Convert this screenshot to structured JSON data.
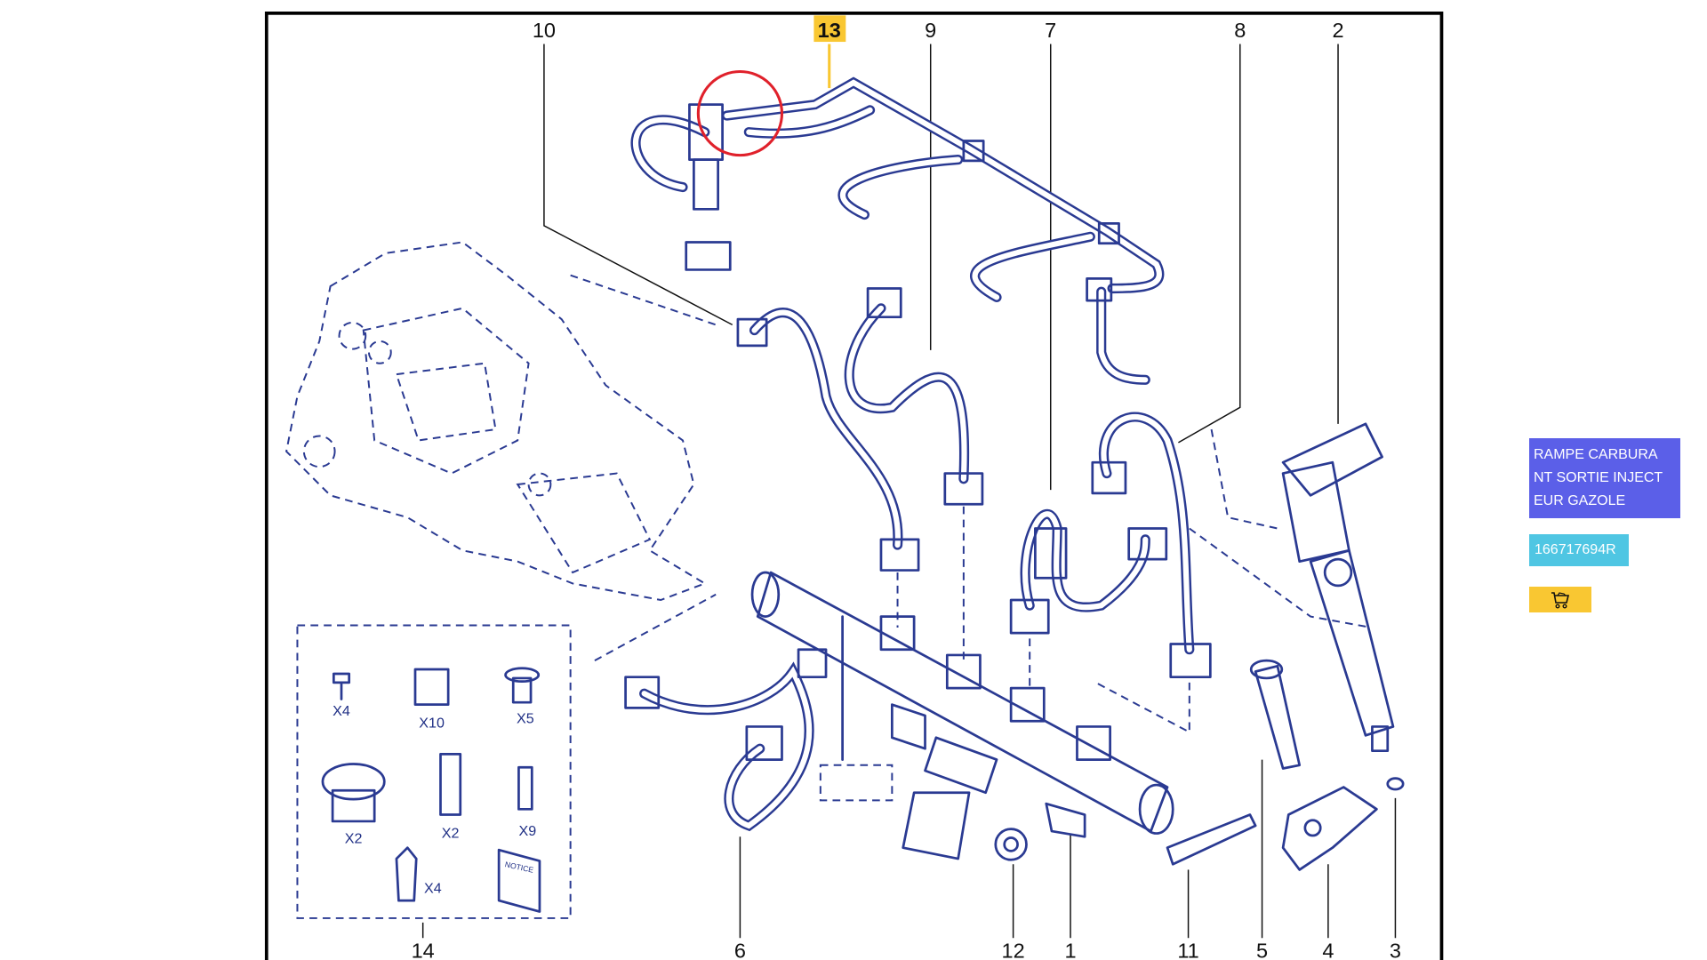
{
  "diagram": {
    "callouts_top": [
      {
        "num": "10"
      },
      {
        "num": "13",
        "highlighted": true
      },
      {
        "num": "9"
      },
      {
        "num": "7"
      },
      {
        "num": "8"
      },
      {
        "num": "2"
      }
    ],
    "callouts_bottom": [
      {
        "num": "14"
      },
      {
        "num": "6"
      },
      {
        "num": "12"
      },
      {
        "num": "1"
      },
      {
        "num": "11"
      },
      {
        "num": "5"
      },
      {
        "num": "4"
      },
      {
        "num": "3"
      }
    ],
    "kit_quantities": [
      "X4",
      "X10",
      "X5",
      "X2",
      "X2",
      "X9",
      "X4"
    ],
    "notice_label": "NOTICE",
    "highlight_color": "#f9c732",
    "selection_circle_color": "#e0212b"
  },
  "side_panel": {
    "part_name": "RAMPE CARBURANT SORTIE INJECTEUR GAZOLE",
    "part_name_lines": [
      "RAMPE CARBURA",
      "NT SORTIE INJECT",
      "EUR GAZOLE"
    ],
    "part_number": "166717694R",
    "cart_icon": "shopping-cart-icon",
    "colors": {
      "name_bg": "#5b5fe8",
      "number_bg": "#4fc6e3",
      "cart_bg": "#f9c732"
    }
  }
}
